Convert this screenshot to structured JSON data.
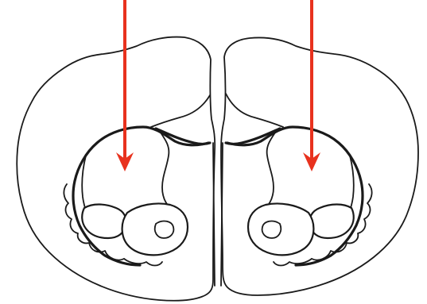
{
  "figure": {
    "type": "coronal brain section outline",
    "hemispheres": [
      "left",
      "right"
    ],
    "arrow_color": "#e8321e",
    "line_color": "#1a1a1a",
    "background": "#ffffff",
    "arrows": [
      {
        "hemisphere": "left",
        "direction": "down"
      },
      {
        "hemisphere": "right",
        "direction": "down"
      }
    ]
  }
}
